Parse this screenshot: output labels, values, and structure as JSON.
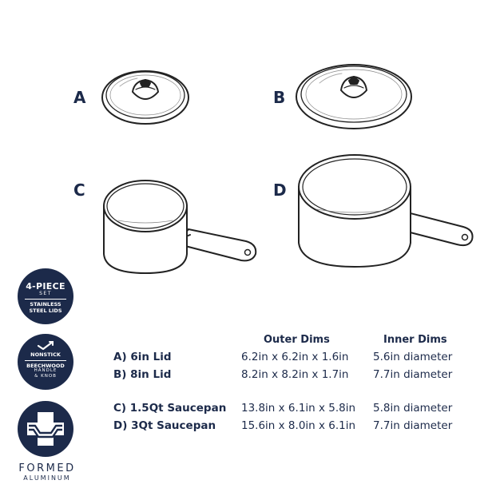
{
  "letters": {
    "a": "A",
    "b": "B",
    "c": "C",
    "d": "D"
  },
  "badges": {
    "set": {
      "line1": "4-PIECE",
      "line2": "SET",
      "line3": "STAINLESS",
      "line4": "STEEL LIDS"
    },
    "handle": {
      "line1": "NONSTICK",
      "line2": "BEECHWOOD",
      "line3": "HANDLE",
      "line4": "& KNOB"
    },
    "material": {
      "line1": "FORMED",
      "line2": "ALUMINUM"
    }
  },
  "table": {
    "headers": {
      "outer": "Outer Dims",
      "inner": "Inner Dims"
    },
    "rows": [
      {
        "label": "A)  6in Lid",
        "outer": "6.2in x 6.2in x 1.6in",
        "inner": "5.6in diameter"
      },
      {
        "label": "B)  8in Lid",
        "outer": "8.2in x 8.2in x 1.7in",
        "inner": "7.7in diameter"
      },
      {
        "label": "C)  1.5Qt Saucepan",
        "outer": "13.8in x 6.1in x 5.8in",
        "inner": "5.8in diameter"
      },
      {
        "label": "D)  3Qt Saucepan",
        "outer": "15.6in x 8.0in x 6.1in",
        "inner": "7.7in diameter"
      }
    ]
  },
  "colors": {
    "navy": "#1c2a4a",
    "line": "#222222"
  },
  "icons": [
    "check-arrow-icon",
    "pan-cross-section-icon"
  ]
}
